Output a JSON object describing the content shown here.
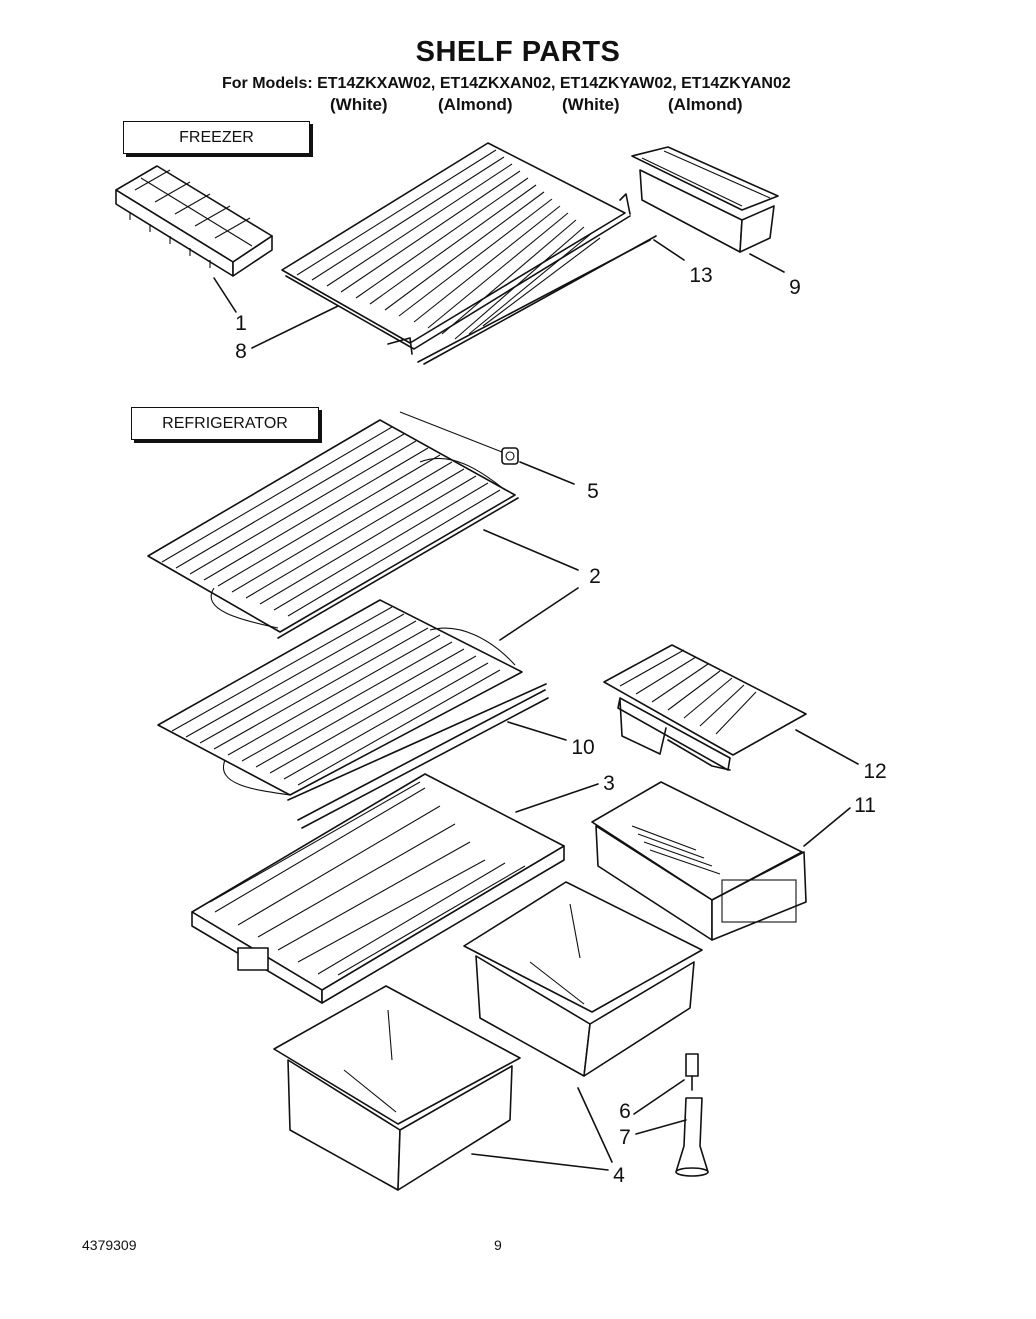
{
  "page": {
    "title": "SHELF PARTS",
    "models_line": "For Models: ET14ZKXAW02, ET14ZKXAN02, ET14ZKYAW02, ET14ZKYAN02",
    "finishes": [
      "(White)",
      "(Almond)",
      "(White)",
      "(Almond)"
    ]
  },
  "sections": {
    "freezer": "FREEZER",
    "refrigerator": "REFRIGERATOR"
  },
  "callouts": [
    "1",
    "8",
    "13",
    "9",
    "5",
    "2",
    "10",
    "12",
    "3",
    "11",
    "6",
    "7",
    "4"
  ],
  "footer": {
    "doc_number": "4379309",
    "page_number": "9"
  }
}
